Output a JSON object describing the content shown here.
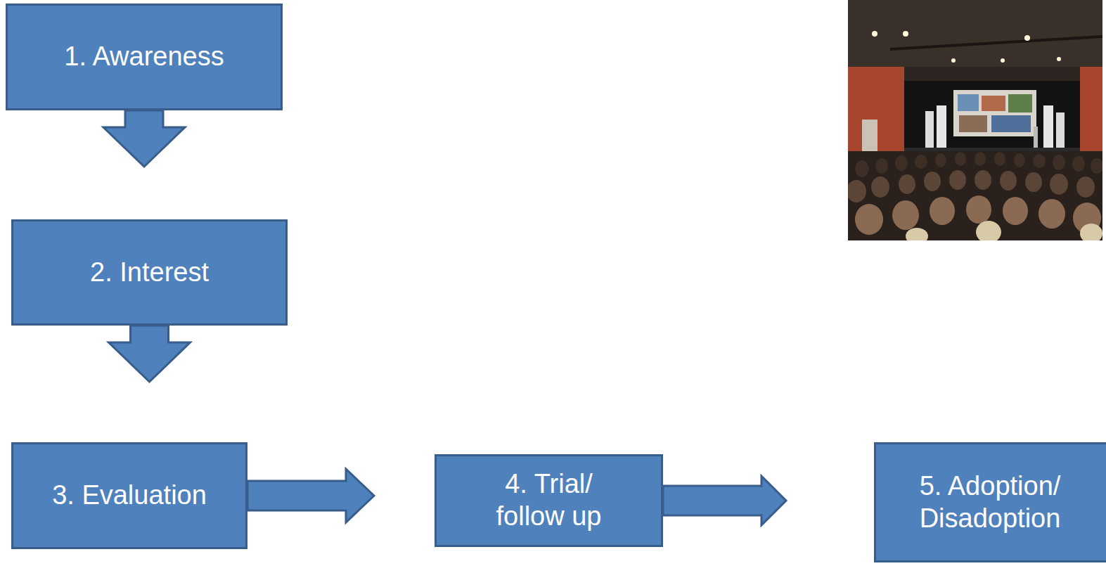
{
  "diagram": {
    "nodes": [
      {
        "text": [
          "1. Awareness"
        ]
      },
      {
        "text": [
          "2. Interest"
        ]
      },
      {
        "text": [
          "3. Evaluation"
        ]
      },
      {
        "text": [
          "4. Trial/ follow up"
        ]
      },
      {
        "text": [
          "5. Adoption/ Disadoption"
        ]
      }
    ],
    "edges": [
      {
        "from": 0,
        "to": 1,
        "arrow": "to"
      },
      {
        "from": 1,
        "to": 2,
        "arrow": "to"
      },
      {
        "from": 2,
        "to": 3,
        "arrow": "to"
      },
      {
        "from": 3,
        "to": 4,
        "arrow": "to"
      }
    ]
  }
}
